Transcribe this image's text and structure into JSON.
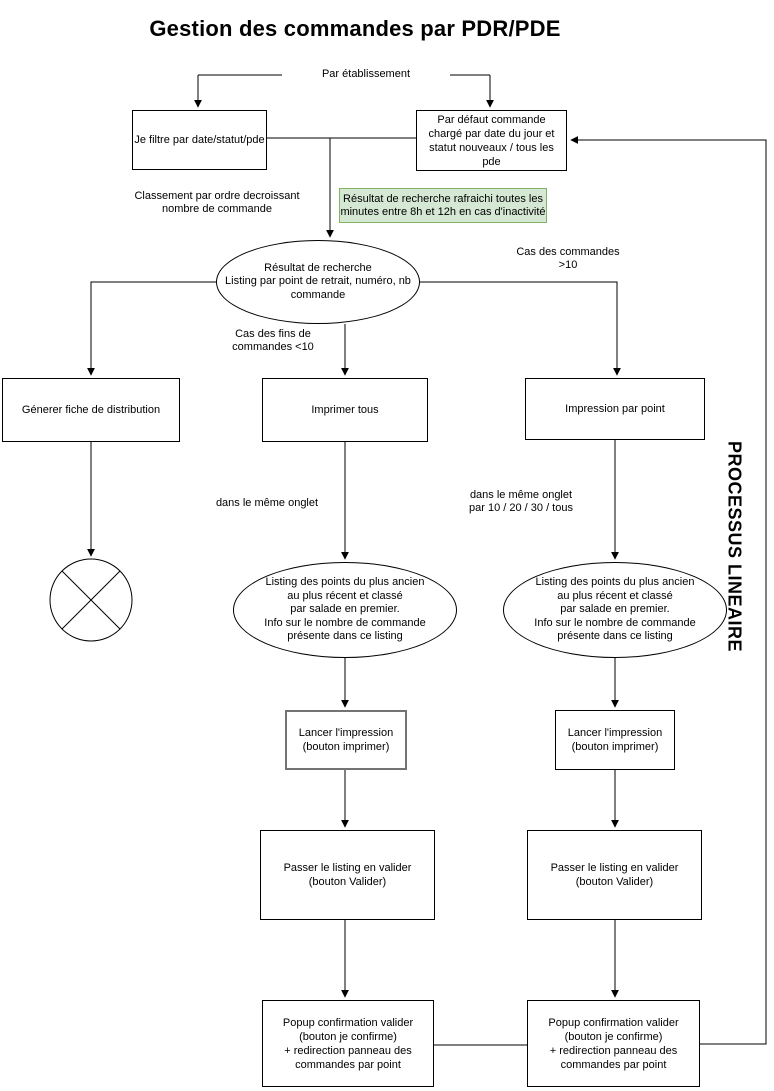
{
  "title": "Gestion des commandes par PDR/PDE",
  "colors": {
    "background": "#ffffff",
    "line": "#000000",
    "note_fill": "#d5e8d4",
    "note_stroke": "#82b366",
    "highlight_stroke": "#737373"
  },
  "nodes": {
    "par_etablissement": "Par établissement",
    "je_filtre": "Je filtre par date/statut/pde",
    "par_defaut": "Par défaut commande\nchargé par date du jour et\nstatut nouveaux / tous les\npde",
    "classement": "Classement par ordre decroissant\nnombre de commande",
    "refresh_note": "Résultat de recherche rafraichi toutes les\nminutes entre 8h et 12h en cas d'inactivité",
    "resultat_recherche": "Résultat de recherche\nListing par point de retrait, numéro, nb\ncommande",
    "cas_sup": "Cas des commandes\n>10",
    "cas_inf": "Cas des fins de\ncommandes <10",
    "generer_fiche": "Génerer fiche de distribution",
    "imprimer_tous": "Imprimer tous",
    "impression_par_point": "Impression par point",
    "meme_onglet": "dans le même onglet",
    "meme_onglet_par": "dans le même onglet\npar 10 / 20 / 30 / tous",
    "listing_points": "Listing des points du plus ancien\nau plus récent et classé\npar salade en premier.\nInfo sur le nombre de commande\nprésente dans ce listing",
    "lancer_impression": "Lancer l'impression\n(bouton imprimer)",
    "passer_valider": "Passer le listing en valider\n(bouton Valider)",
    "popup_confirmation": "Popup confirmation valider\n(bouton je confirme)\n+ redirection panneau des\ncommandes par point",
    "processus_lineaire": "PROCESSUS LINEAIRE"
  }
}
